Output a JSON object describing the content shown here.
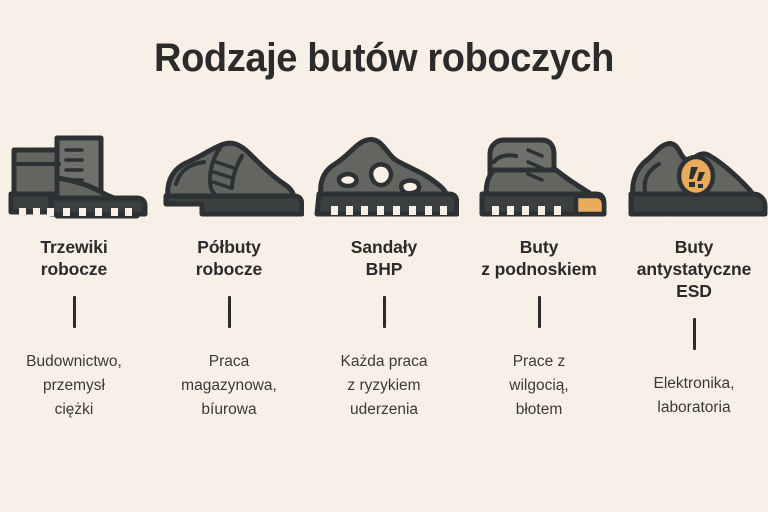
{
  "theme": {
    "background": "#f8f0e6",
    "text_dark": "#2b2b2b",
    "text_body": "#3a3a3a",
    "shoe_upper": "#636560",
    "shoe_upper_light": "#6e706b",
    "shoe_sole": "#3c3f40",
    "shoe_outline": "#2e3133",
    "accent_amber": "#e8ac5c"
  },
  "title": "Rodzaje butów roboczych",
  "columns": [
    {
      "icon": "work-boots-pair-icon",
      "label_lines": [
        "Trzewiki",
        "robocze"
      ],
      "label": "Trzewiki robocze",
      "desc_lines": [
        "Budownictwo,",
        "przemysł",
        "ciężki"
      ],
      "desc": "Budownictwo, przemysł ciężki"
    },
    {
      "icon": "derby-shoe-icon",
      "label_lines": [
        "Półbuty",
        "robocze"
      ],
      "label": "Półbuty robocze",
      "desc_lines": [
        "Praca",
        "magazynowa,",
        "bíurowa"
      ],
      "desc": "Praca magazynowa, bíurowa"
    },
    {
      "icon": "safety-sandal-icon",
      "label_lines": [
        "Sandały",
        "BHP"
      ],
      "label": "Sandały BHP",
      "desc_lines": [
        "Każda praca",
        "z ryzykiem",
        "uderzenia"
      ],
      "desc": "Każda praca z ryzykiem uderzenia"
    },
    {
      "icon": "toe-cap-boot-icon",
      "label_lines": [
        "Buty",
        "z podnoskiem"
      ],
      "label": "Buty z podnoskiem",
      "desc_lines": [
        "Prace z",
        "wilgocią,",
        "błotem"
      ],
      "desc": "Prace z wilgocią, błotem"
    },
    {
      "icon": "esd-shoe-icon",
      "label_lines": [
        "Buty",
        "antystatyczne",
        "ESD"
      ],
      "label": "Buty antystatyczne ESD",
      "desc_lines": [
        "Elektronika,",
        "laboratoria"
      ],
      "desc": "Elektronika, laboratoria"
    }
  ]
}
